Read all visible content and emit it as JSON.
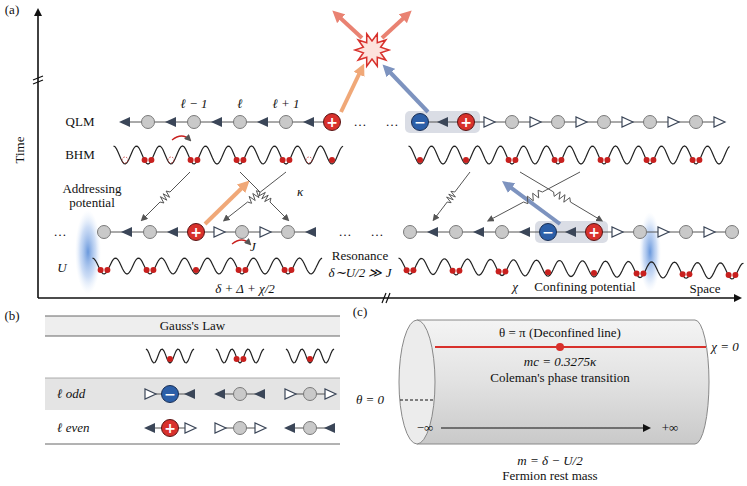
{
  "diagram": {
    "nodes": [
      {
        "text": [
          "+"
        ]
      },
      {
        "text": [
          "−"
        ]
      },
      {
        "text": [
          "+"
        ]
      },
      {
        "text": [
          "+"
        ]
      },
      {
        "text": [
          "−"
        ]
      },
      {
        "text": [
          "+"
        ]
      },
      {
        "text": [
          "Gauss's Law"
        ]
      },
      {
        "text": [
          "ℓ odd"
        ]
      },
      {
        "text": [
          "−"
        ],
        "in": 7
      },
      {
        "text": [
          "ℓ even"
        ]
      },
      {
        "text": [
          "+"
        ],
        "in": 9
      },
      {
        "text": [
          "θ = π (Deconfined line)",
          "mc = 0.3275κ",
          "Coleman's phase transition",
          "−∞",
          "+∞"
        ]
      }
    ],
    "labels": [
      "(a)",
      "Time",
      "Space",
      "QLM",
      "BHM",
      "ℓ − 1",
      "ℓ",
      "ℓ + 1",
      "…",
      "…",
      "Addressing potential",
      "…",
      "U",
      "J",
      "κ",
      "δ + Δ + χ/2",
      "Resonance",
      "δ∼U/2 ≫ J",
      "…",
      "…",
      "Confining potential",
      "χ",
      "(b)",
      "(c)",
      "θ = 0",
      "χ = 0",
      "m = δ − U/2",
      "Fermion rest mass"
    ]
  }
}
